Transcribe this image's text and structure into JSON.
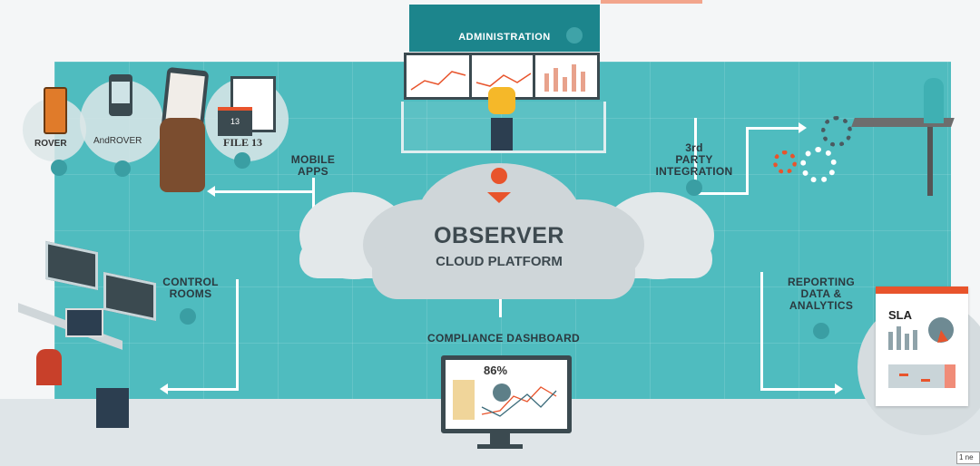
{
  "header": {
    "administration": "ADMINISTRATION"
  },
  "platform": {
    "title": "OBSERVER",
    "subtitle": "CLOUD PLATFORM"
  },
  "nodes": {
    "mobile_apps": [
      "MOBILE",
      "APPS"
    ],
    "third_party": [
      "3rd",
      "PARTY",
      "INTEGRATION"
    ],
    "control_rooms": [
      "CONTROL",
      "ROOMS"
    ],
    "reporting": [
      "REPORTING",
      "DATA &",
      "ANALYTICS"
    ],
    "compliance": "COMPLIANCE DASHBOARD"
  },
  "devices": {
    "rover": "ROVER",
    "androver": "AndROVER",
    "file13": "FILE 13",
    "folder_badge": "13"
  },
  "dashboard": {
    "percent": "86%"
  },
  "report": {
    "title": "SLA"
  },
  "tooltip": "1 ne",
  "colors": {
    "teal": "#4fbcbf",
    "dark_teal": "#1c858c",
    "accent": "#e8542c",
    "text": "#2b3a40"
  }
}
